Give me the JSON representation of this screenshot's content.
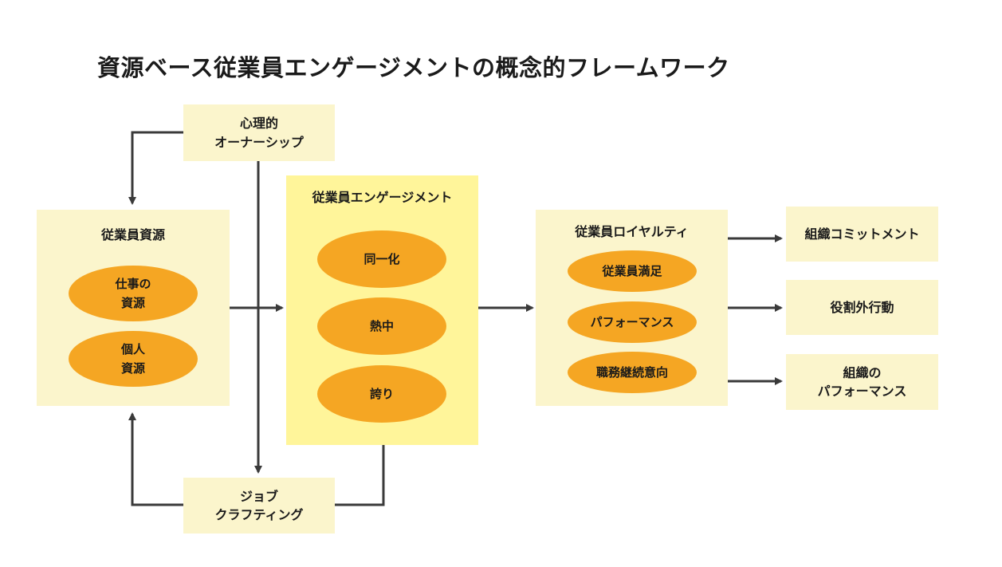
{
  "title": "資源ベース従業員エンゲージメントの概念的フレームワーク",
  "nodes": {
    "ownership": {
      "line1": "心理的",
      "line2": "オーナーシップ"
    },
    "resources": {
      "heading": "従業員資源",
      "items": [
        {
          "line1": "仕事の",
          "line2": "資源"
        },
        {
          "line1": "個人",
          "line2": "資源"
        }
      ]
    },
    "engagement": {
      "heading": "従業員エンゲージメント",
      "items": [
        "同一化",
        "熱中",
        "誇り"
      ]
    },
    "crafting": {
      "line1": "ジョブ",
      "line2": "クラフティング"
    },
    "loyalty": {
      "heading": "従業員ロイヤルティ",
      "items": [
        "従業員満足",
        "パフォーマンス",
        "職務継続意向"
      ]
    },
    "outcomes": [
      {
        "line1": "組織コミットメント",
        "line2": ""
      },
      {
        "line1": "役割外行動",
        "line2": ""
      },
      {
        "line1": "組織の",
        "line2": "パフォーマンス"
      }
    ]
  },
  "colors": {
    "box": "#fbf5cc",
    "engagement_box": "#fff59a",
    "ellipse": "#f5a623",
    "arrow": "#3a3a3a"
  }
}
